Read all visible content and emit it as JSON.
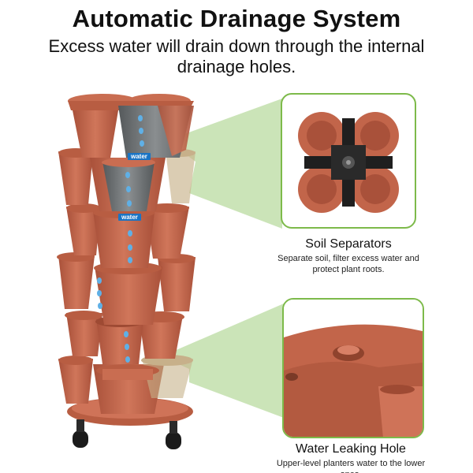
{
  "heading": {
    "title": "Automatic Drainage System",
    "subtitle": "Excess water will drain down through the internal drainage holes."
  },
  "labels": {
    "water_tag_1": "water",
    "water_tag_2": "water"
  },
  "callouts": [
    {
      "title": "Soil Separators",
      "text": "Separate soil, filter excess water and protect plant roots."
    },
    {
      "title": "Water Leaking Hole",
      "text": "Upper-level planters water to the lower ones."
    }
  ],
  "colors": {
    "terracotta": "#c2654a",
    "terracotta_dark": "#9e4a33",
    "separator_gray": "#6e7173",
    "callout_green": "#7dba4a",
    "highlight_green": "#b9dba0",
    "water_blue": "#1a74c4",
    "drop_blue": "#5fb0e6"
  }
}
